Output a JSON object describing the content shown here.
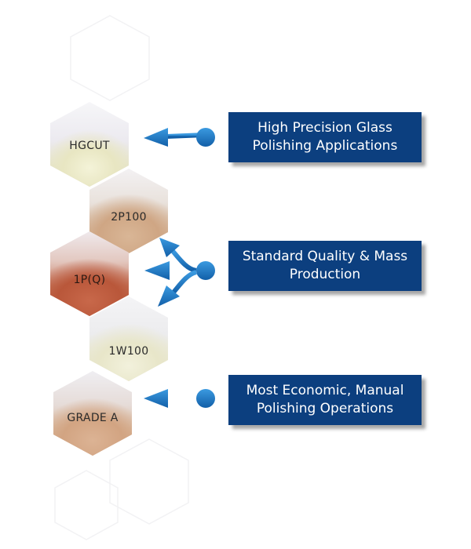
{
  "products": [
    {
      "label": "HGCUT"
    },
    {
      "label": "2P100"
    },
    {
      "label": "1P(Q)"
    },
    {
      "label": "1W100"
    },
    {
      "label": "GRADE A"
    }
  ],
  "applications": [
    {
      "line1": "High Precision Glass",
      "line2": "Polishing Applications"
    },
    {
      "line1": "Standard Quality & Mass",
      "line2": "Production"
    },
    {
      "line1": "Most Economic, Manual",
      "line2": "Polishing Operations"
    }
  ],
  "colors": {
    "box_background": "#0c3f7f",
    "box_text": "#ffffff",
    "arrow": "#1f7dc6"
  }
}
